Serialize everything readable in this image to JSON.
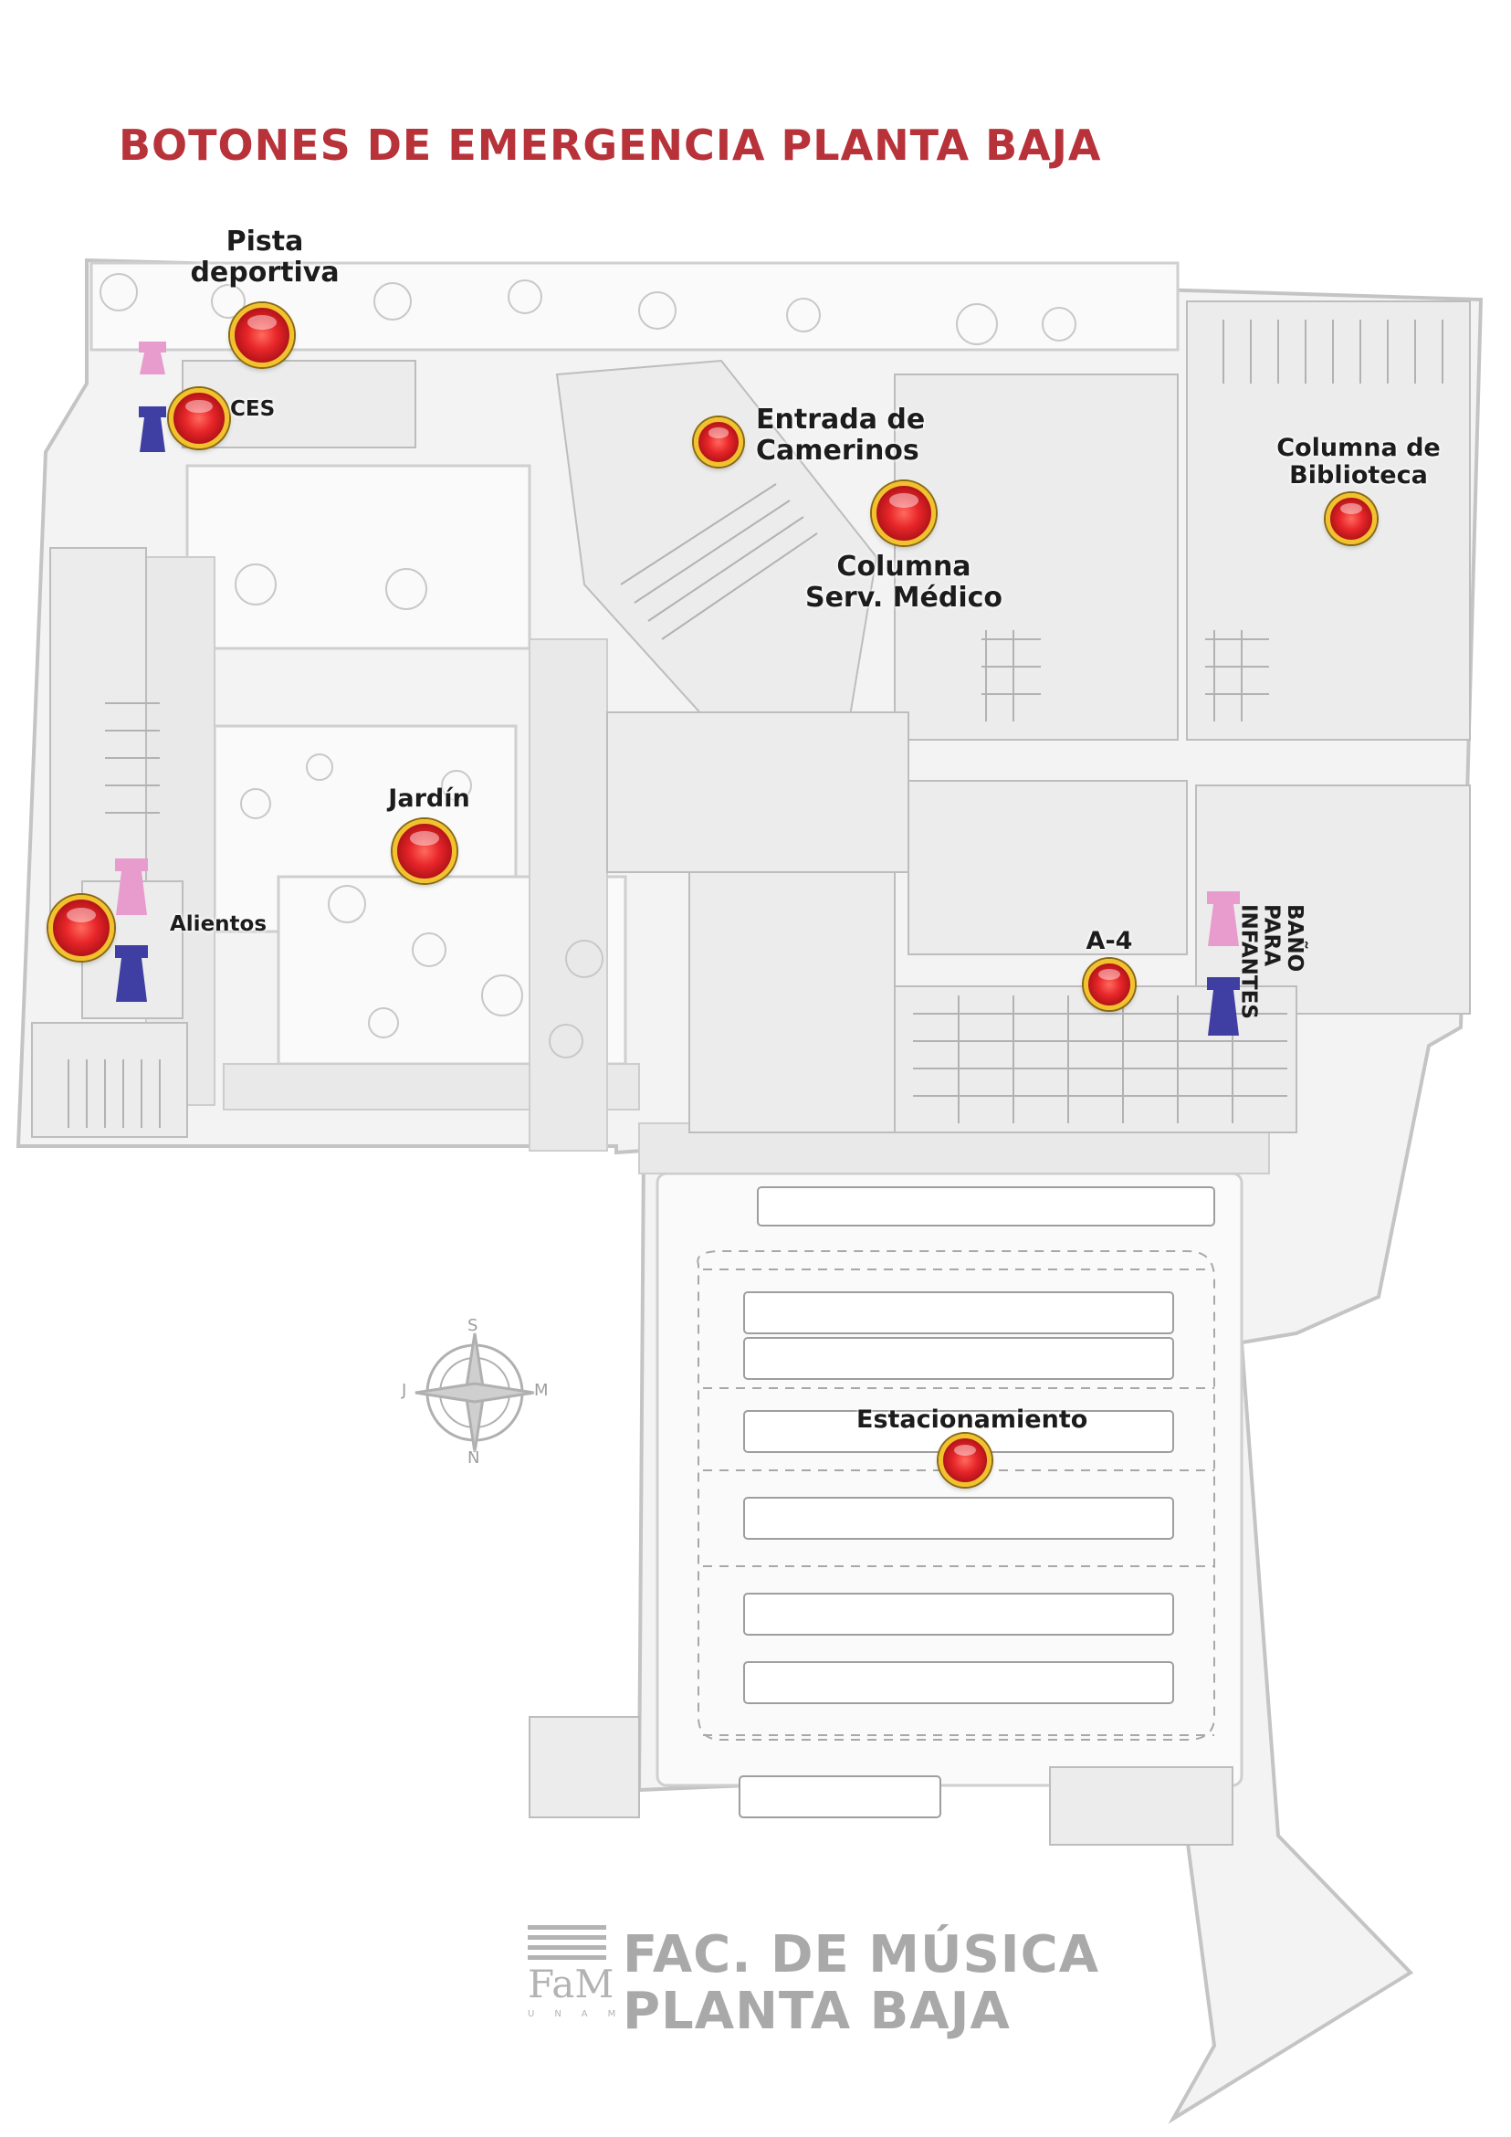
{
  "page": {
    "title": "BOTONES DE EMERGENCIA PLANTA BAJA",
    "footer_line1": "FAC. DE MÚSICA",
    "footer_line2": "PLANTA BAJA"
  },
  "logo": {
    "mark": "FaM",
    "subtitle": "UNAM"
  },
  "compass": {
    "north": "N",
    "south": "S",
    "east": "M",
    "west": "J"
  },
  "emergency_buttons": [
    {
      "id": "pista",
      "label": "Pista deportiva"
    },
    {
      "id": "ces",
      "label": "CES"
    },
    {
      "id": "camerinos",
      "label": "Entrada de Camerinos"
    },
    {
      "id": "servmedico",
      "label": "Columna Serv. Médico"
    },
    {
      "id": "biblioteca",
      "label": "Columna de Biblioteca"
    },
    {
      "id": "jardin",
      "label": "Jardín"
    },
    {
      "id": "alientos",
      "label": "Alientos"
    },
    {
      "id": "a4",
      "label": "A-4"
    },
    {
      "id": "estacionamiento",
      "label": "Estacionamiento"
    }
  ],
  "restroom_label": "BAÑO PARA INFANTES",
  "colors": {
    "title": "#b8323a",
    "button_red": "#e8262a",
    "button_ring": "#f2c12e",
    "women_restroom": "#e79ccd",
    "men_restroom": "#3f3fa3",
    "plan_lines": "#c8c8c8"
  }
}
